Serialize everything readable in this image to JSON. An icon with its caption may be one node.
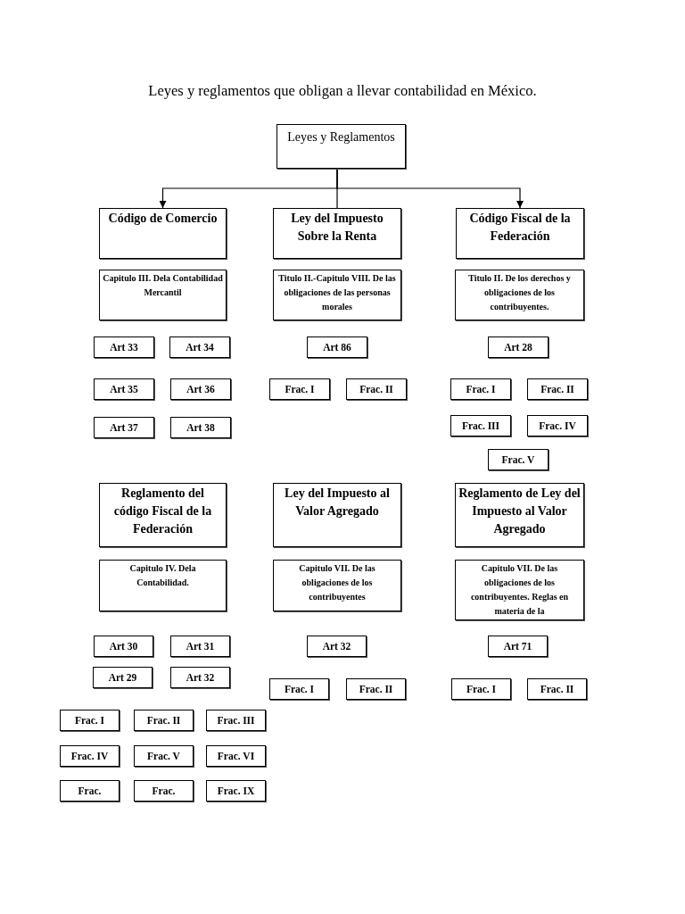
{
  "diagram": {
    "title": "Leyes y reglamentos que obligan a llevar contabilidad en México.",
    "nodes": [
      {
        "text": [
          "Leyes y Reglamentos"
        ]
      },
      {
        "text": [
          "Código de Comercio"
        ]
      },
      {
        "text": [
          "Ley del Impuesto Sobre la Renta"
        ]
      },
      {
        "text": [
          "Código Fiscal de la Federación"
        ]
      },
      {
        "text": [
          "Capitulo III. Dela Contabilidad Mercantil"
        ]
      },
      {
        "text": [
          "Titulo II.-Capitulo VIII. De las obligaciones de las personas morales"
        ]
      },
      {
        "text": [
          "Titulo II. De los derechos y obligaciones de los contribuyentes."
        ]
      },
      {
        "text": [
          "Art 33"
        ]
      },
      {
        "text": [
          "Art 34"
        ]
      },
      {
        "text": [
          "Art 86"
        ]
      },
      {
        "text": [
          "Art 28"
        ]
      },
      {
        "text": [
          "Art 35"
        ]
      },
      {
        "text": [
          "Art 36"
        ]
      },
      {
        "text": [
          "Frac. I"
        ]
      },
      {
        "text": [
          "Frac. II"
        ]
      },
      {
        "text": [
          "Frac. I"
        ]
      },
      {
        "text": [
          "Frac. II"
        ]
      },
      {
        "text": [
          "Art 37"
        ]
      },
      {
        "text": [
          "Art 38"
        ]
      },
      {
        "text": [
          "Frac. III"
        ]
      },
      {
        "text": [
          "Frac. IV"
        ]
      },
      {
        "text": [
          "Frac. V"
        ]
      },
      {
        "text": [
          "Reglamento del código Fiscal de la Federación"
        ]
      },
      {
        "text": [
          "Ley del Impuesto al Valor Agregado"
        ]
      },
      {
        "text": [
          "Reglamento de Ley del Impuesto al Valor Agregado"
        ]
      },
      {
        "text": [
          "Capitulo IV. Dela Contabilidad."
        ]
      },
      {
        "text": [
          "Capitulo VII. De las obligaciones de los contribuyentes"
        ]
      },
      {
        "text": [
          "Capitulo VII. De las obligaciones de los contribuyentes. Reglas en materia de la"
        ]
      },
      {
        "text": [
          "Art 30"
        ]
      },
      {
        "text": [
          "Art 31"
        ]
      },
      {
        "text": [
          "Art 32"
        ]
      },
      {
        "text": [
          "Art 71"
        ]
      },
      {
        "text": [
          "Art 29"
        ]
      },
      {
        "text": [
          "Art 32"
        ]
      },
      {
        "text": [
          "Frac. I"
        ]
      },
      {
        "text": [
          "Frac. II"
        ]
      },
      {
        "text": [
          "Frac. I"
        ]
      },
      {
        "text": [
          "Frac. II"
        ]
      },
      {
        "text": [
          "Frac. I"
        ]
      },
      {
        "text": [
          "Frac. II"
        ]
      },
      {
        "text": [
          "Frac. III"
        ]
      },
      {
        "text": [
          "Frac. IV"
        ]
      },
      {
        "text": [
          "Frac. V"
        ]
      },
      {
        "text": [
          "Frac. VI"
        ]
      },
      {
        "text": [
          "Frac."
        ]
      },
      {
        "text": [
          "Frac."
        ]
      },
      {
        "text": [
          "Frac. IX"
        ]
      }
    ],
    "edges": [
      {
        "from": 0,
        "to": 1,
        "arrow": "to"
      },
      {
        "from": 0,
        "to": 2,
        "arrow": "none"
      },
      {
        "from": 0,
        "to": 3,
        "arrow": "to"
      }
    ]
  }
}
